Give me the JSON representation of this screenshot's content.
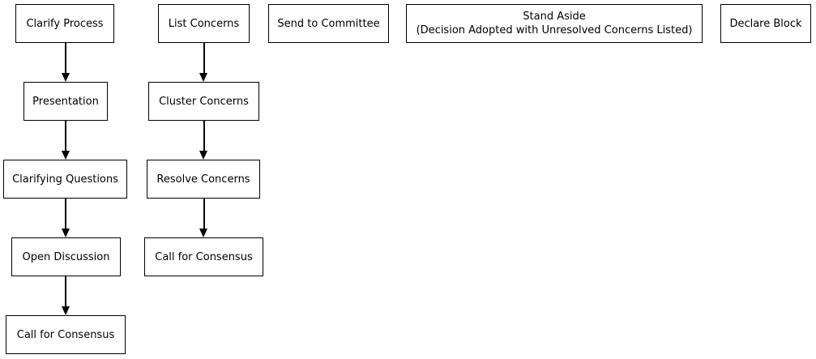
{
  "colors": {
    "background": "#ffffff",
    "node_fill": "#ffffff",
    "node_border": "#000000",
    "text": "#000000",
    "arrow": "#000000"
  },
  "flow_main": {
    "steps": [
      "Clarify Process",
      "Presentation",
      "Clarifying Questions",
      "Open Discussion",
      "Call for Consensus"
    ]
  },
  "flow_concerns": {
    "steps": [
      "List Concerns",
      "Cluster Concerns",
      "Resolve Concerns",
      "Call for Consensus"
    ]
  },
  "outcomes": {
    "send_to_committee": "Send to Committee",
    "stand_aside_line1": "Stand Aside",
    "stand_aside_line2": "(Decision Adopted with Unresolved Concerns Listed)",
    "declare_block": "Declare Block"
  }
}
